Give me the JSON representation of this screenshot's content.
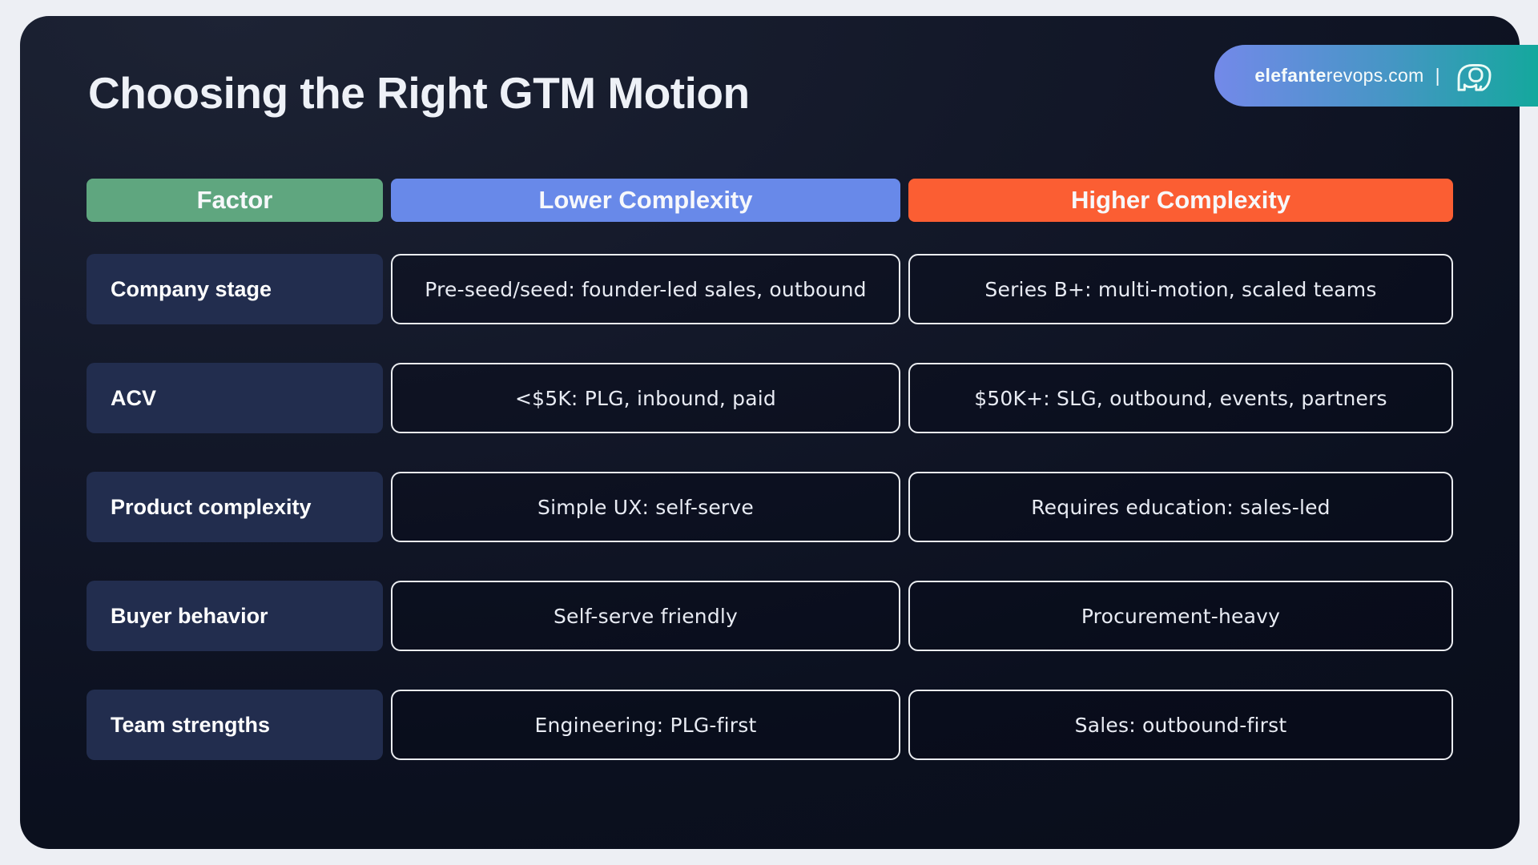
{
  "title": "Choosing the Right GTM Motion",
  "badge": {
    "brand_bold": "elefante",
    "brand_rest": "revops.com",
    "separator": "|",
    "icon": "elephant-icon",
    "gradient_left": "#7389e9",
    "gradient_right": "#14a89d"
  },
  "colors": {
    "page_background": "#edeff4",
    "card_background": "#0d1222",
    "factor_chip": "#222d4e",
    "header_factor": "#5fa67f",
    "header_lower": "#6889e9",
    "header_higher": "#fb5e33",
    "value_border": "#f8fafd"
  },
  "table": {
    "headers": [
      {
        "label": "Factor",
        "color": "#5fa67f"
      },
      {
        "label": "Lower Complexity",
        "color": "#6889e9"
      },
      {
        "label": "Higher Complexity",
        "color": "#fb5e33"
      }
    ],
    "rows": [
      {
        "factor": "Company stage",
        "lower": "Pre-seed/seed: founder-led sales, outbound",
        "higher": "Series B+: multi-motion, scaled teams"
      },
      {
        "factor": "ACV",
        "lower": "<$5K: PLG, inbound, paid",
        "higher": "$50K+: SLG, outbound, events, partners"
      },
      {
        "factor": "Product complexity",
        "lower": "Simple UX: self-serve",
        "higher": "Requires education: sales-led"
      },
      {
        "factor": "Buyer behavior",
        "lower": "Self-serve friendly",
        "higher": "Procurement-heavy"
      },
      {
        "factor": "Team strengths",
        "lower": "Engineering: PLG-first",
        "higher": "Sales: outbound-first"
      }
    ]
  }
}
